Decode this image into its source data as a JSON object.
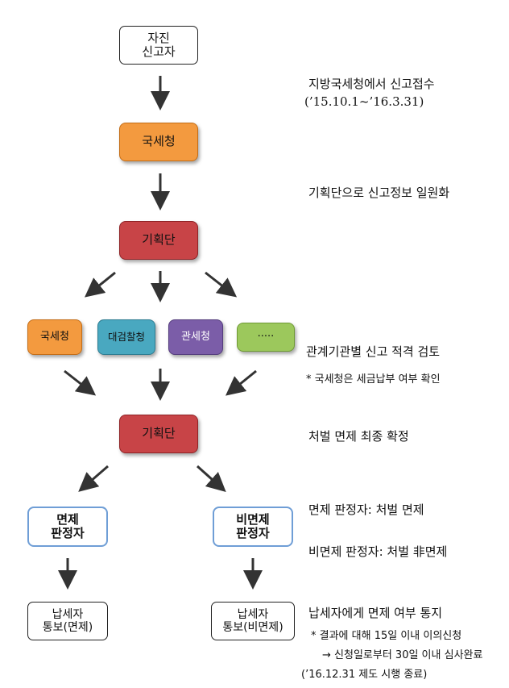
{
  "colors": {
    "orange": "#f39a3f",
    "red": "#c84447",
    "teal": "#49a8c0",
    "purple": "#7b5da8",
    "green": "#9cc85c",
    "blue_outline": "#6f9ed6",
    "arrow": "#333333"
  },
  "nodes": {
    "self_reporter": {
      "line1": "자진",
      "line2": "신고자"
    },
    "nts_top": "국세청",
    "planning_1": "기획단",
    "agency_nts": "국세청",
    "agency_prosecution": "대검찰청",
    "agency_customs": "관세청",
    "agency_more": "·····",
    "planning_2": "기획단",
    "exempt": {
      "line1": "면제",
      "line2": "판정자"
    },
    "non_exempt": {
      "line1": "비면제",
      "line2": "판정자"
    },
    "notify_exempt": {
      "line1": "납세자",
      "line2": "통보(면제)"
    },
    "notify_non_exempt": {
      "line1": "납세자",
      "line2": "통보(비면제)"
    }
  },
  "annotations": {
    "a1": "지방국세청에서 신고접수",
    "a1_period": "(’15.10.1~’16.3.31)",
    "a2": "기획단으로 신고정보 일원화",
    "a3": "관계기관별 신고 적격 검토",
    "a3_note": "* 국세청은 세금납부 여부 확인",
    "a4": "처벌 면제 최종 확정",
    "a5": "면제 판정자: 처벌 면제",
    "a6": "비면제 판정자: 처벌 非면제",
    "a7": "납세자에게 면제 여부 통지",
    "a7_note1": "* 결과에 대해 15일 이내 이의신청",
    "a7_note2": "→ 신청일로부터 30일 이내 심사완료",
    "a7_end": "(’16.12.31 제도 시행 종료)"
  }
}
